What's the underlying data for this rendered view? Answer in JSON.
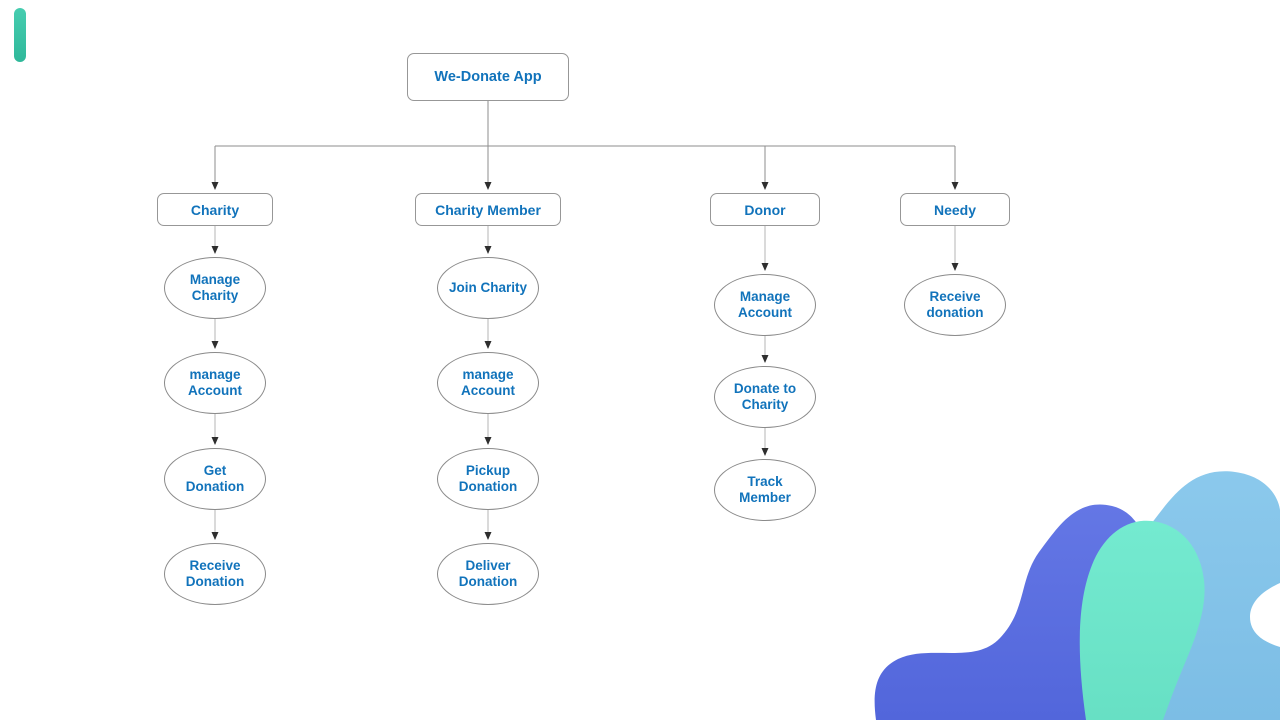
{
  "page": {
    "background": "#ffffff",
    "accent_bar_color": "#3cc3a4"
  },
  "diagram": {
    "root": {
      "label": "We-Donate App"
    },
    "branches": [
      {
        "label": "Charity",
        "children": [
          "Manage Charity",
          "manage Account",
          "Get Donation",
          "Receive Donation"
        ]
      },
      {
        "label": "Charity Member",
        "children": [
          "Join Charity",
          "manage Account",
          "Pickup Donation",
          "Deliver Donation"
        ]
      },
      {
        "label": "Donor",
        "children": [
          "Manage Account",
          "Donate to Charity",
          "Track Member"
        ]
      },
      {
        "label": "Needy",
        "children": [
          "Receive donation"
        ]
      }
    ],
    "colors": {
      "node_text": "#1173bb",
      "node_border": "#979797",
      "trunk_line": "#8d8d8d",
      "child_line": "#c2c2c2",
      "arrowhead": "#2e2e2e"
    }
  },
  "decor": {
    "blob_purple": "#5b6fe0",
    "blob_teal": "#6de6ca",
    "blob_blue": "#82c3e8"
  }
}
